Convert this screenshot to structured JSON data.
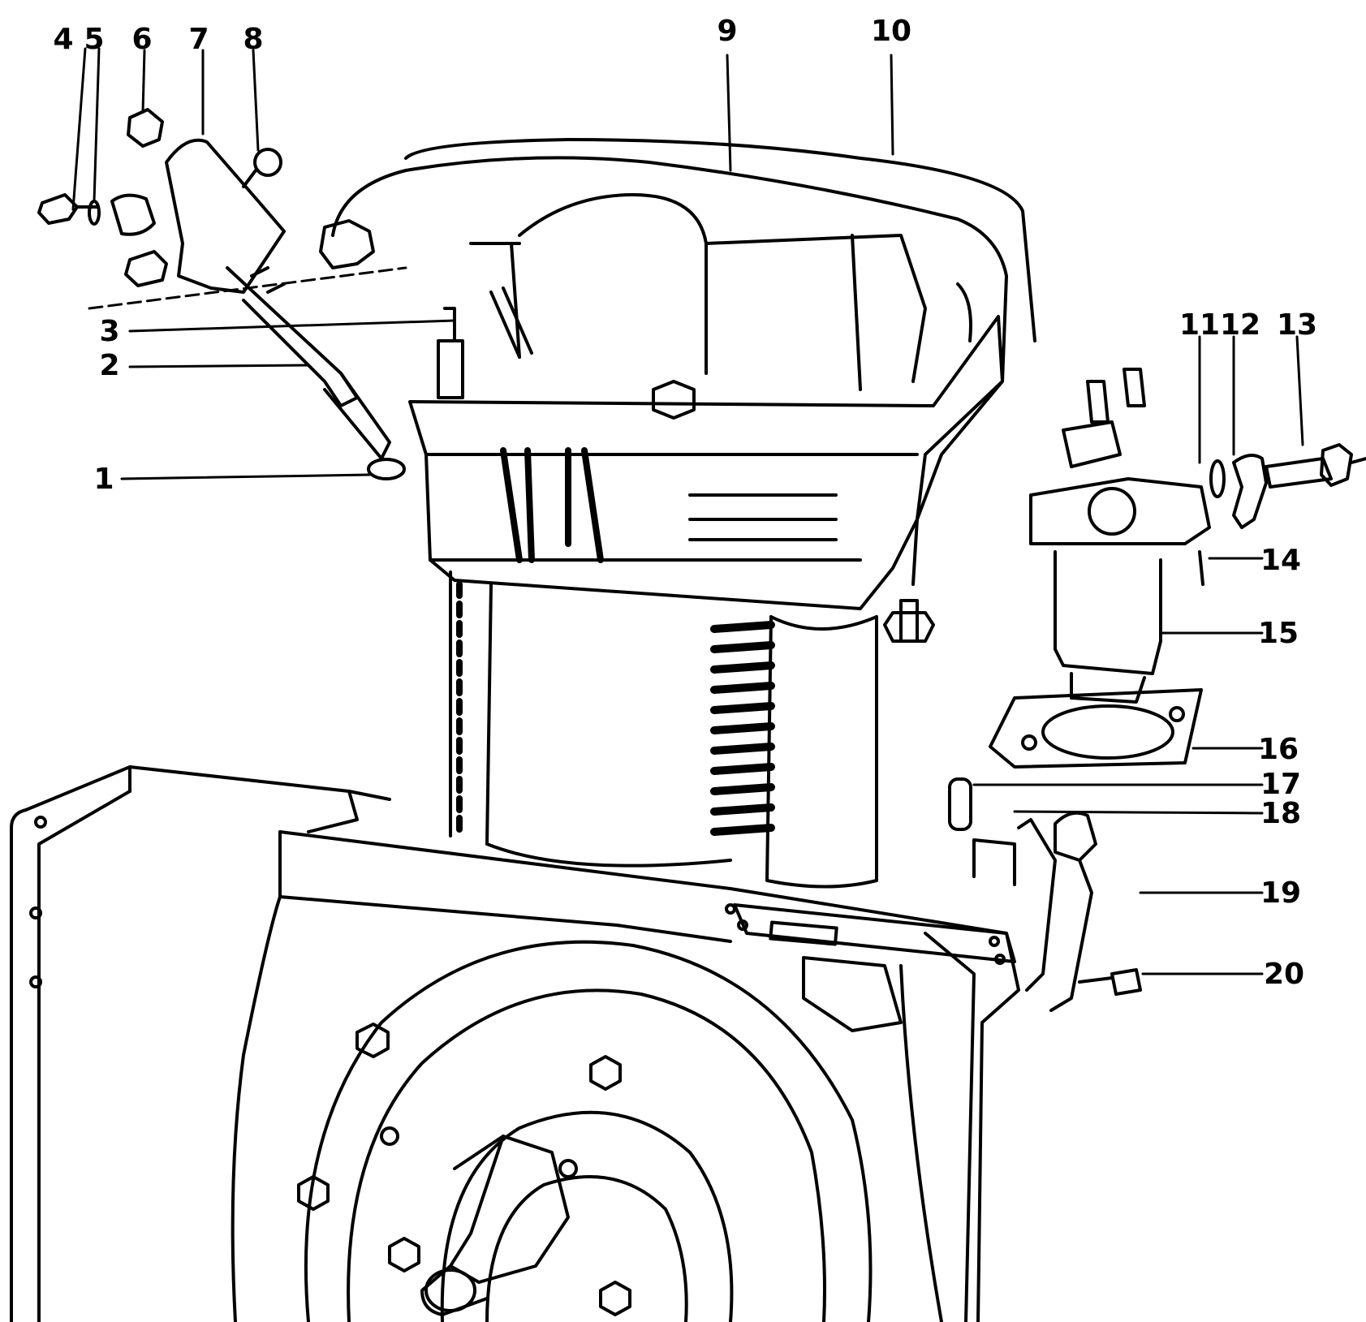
{
  "diagram": {
    "callouts": [
      "1",
      "2",
      "3",
      "4",
      "5",
      "6",
      "7",
      "8",
      "9",
      "10",
      "11",
      "12",
      "13",
      "14",
      "15",
      "16",
      "17",
      "18",
      "19",
      "20"
    ]
  },
  "colors": {
    "ink": "#000000",
    "paper": "#ffffff"
  }
}
